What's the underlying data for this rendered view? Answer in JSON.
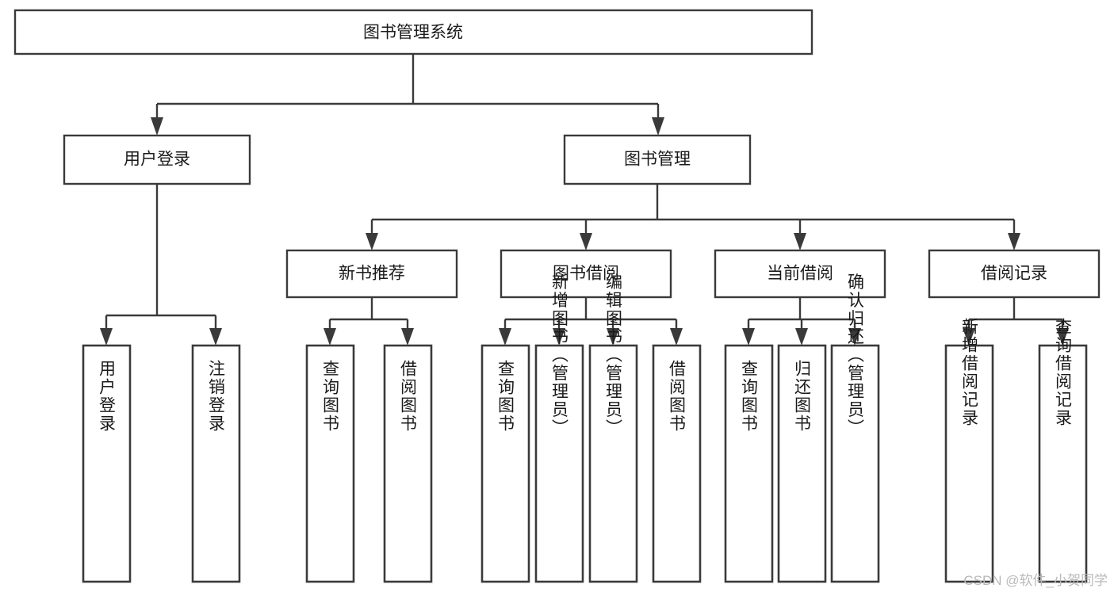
{
  "diagram": {
    "title": "图书管理系统",
    "type": "tree-hierarchy-chart",
    "watermark": "CSDN @软件_小贺同学",
    "colors": {
      "box_fill": "#ffffff",
      "box_stroke": "#3a3a3a",
      "text": "#1a1a1a",
      "watermark": "#b9b9b9",
      "background": "#ffffff"
    },
    "root": {
      "label": "图书管理系统"
    },
    "level2": [
      {
        "label": "用户登录"
      },
      {
        "label": "图书管理"
      }
    ],
    "level3": [
      {
        "label": "新书推荐"
      },
      {
        "label": "图书借阅"
      },
      {
        "label": "当前借阅"
      },
      {
        "label": "借阅记录"
      }
    ],
    "leaves": {
      "user_login": [
        {
          "label": "用户登录"
        },
        {
          "label": "注销登录"
        }
      ],
      "new_book_recommend": [
        {
          "label": "查询图书"
        },
        {
          "label": "借阅图书"
        }
      ],
      "book_borrow": [
        {
          "label": "查询图书"
        },
        {
          "label": "新增图书（管理员）"
        },
        {
          "label": "编辑图书（管理员）"
        },
        {
          "label": "借阅图书"
        }
      ],
      "current_borrow": [
        {
          "label": "查询图书"
        },
        {
          "label": "归还图书"
        },
        {
          "label": "确认归还（管理员）"
        }
      ],
      "borrow_record": [
        {
          "label": "新增借阅记录"
        },
        {
          "label": "查询借阅记录"
        }
      ]
    }
  }
}
